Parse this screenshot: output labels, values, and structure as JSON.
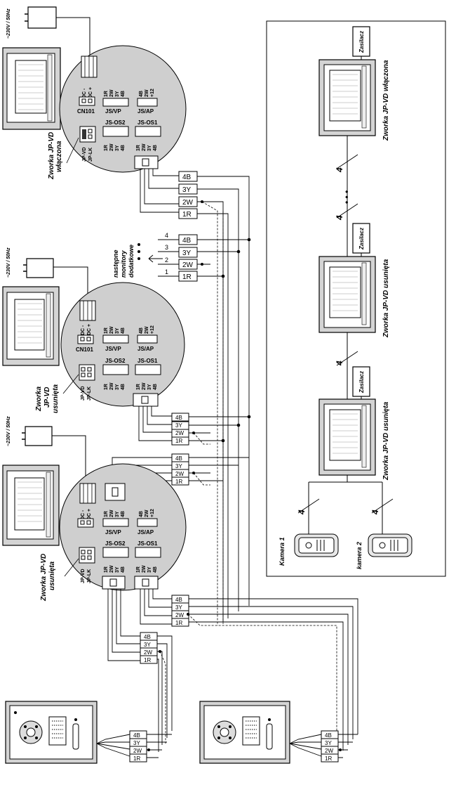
{
  "power": {
    "label": "~230V / 50Hz",
    "supply_label": "Zasilacz"
  },
  "monitor_top": {
    "connectors": {
      "cn101": "CN101",
      "dc_minus": "DC -",
      "dc_plus": "DC +",
      "jsvp": "JS/VP",
      "jsap": "JS/AP",
      "jsos2": "JS-OS2",
      "jsos1": "JS-OS1",
      "jpvd": "JP-VD",
      "jplk": "JP-LK"
    },
    "jumper_label_1": "Zworka JP-VD",
    "jumper_label_2": "włączona"
  },
  "monitor_mid": {
    "jumper_label_1": "Zworka",
    "jumper_label_2": "JP-VD",
    "jumper_label_3": "usunięta"
  },
  "monitor_bottom": {
    "jumper_label_1": "Zworka JP-VD",
    "jumper_label_2": "usunięta"
  },
  "extra_monitors": {
    "label_1": "następne",
    "label_2": "monitory",
    "label_3": "dodatkowe"
  },
  "pins": {
    "vp_1": "1R",
    "vp_2": "2W",
    "vp_3": "3Y",
    "vp_4": "4B",
    "ap_1": "4B",
    "ap_2": "2W",
    "ap_3": "+12"
  },
  "wire_labels": [
    "4B",
    "3Y",
    "2W",
    "1R"
  ],
  "wire_numbers": [
    "4",
    "3",
    "2",
    "1"
  ],
  "block_diagram": {
    "monitor_on": "Zworka JP-VD włączona",
    "monitor_off_1": "Zworka JP-VD usunięta",
    "monitor_off_2": "Zworka JP-VD usunięta",
    "camera_1": "Kamera 1",
    "camera_2": "kamera 2",
    "wire_count": "4",
    "ellipsis": "• • •"
  }
}
